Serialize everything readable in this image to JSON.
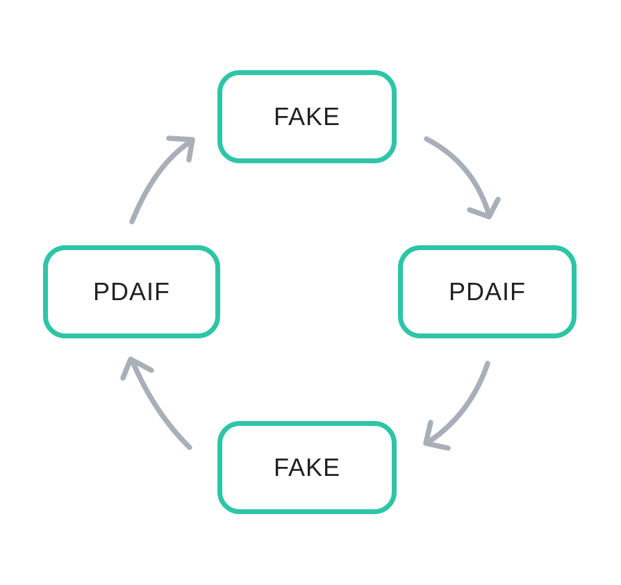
{
  "diagram": {
    "type": "cycle",
    "flow_direction": "clockwise",
    "nodes": [
      {
        "id": "top",
        "label": "FAKE",
        "position": "top"
      },
      {
        "id": "right",
        "label": "PDAIF",
        "position": "right"
      },
      {
        "id": "bottom",
        "label": "FAKE",
        "position": "bottom"
      },
      {
        "id": "left",
        "label": "PDAIF",
        "position": "left"
      }
    ],
    "edges": [
      {
        "from": "top",
        "to": "right",
        "style": "curved-arrow"
      },
      {
        "from": "right",
        "to": "bottom",
        "style": "curved-arrow"
      },
      {
        "from": "bottom",
        "to": "left",
        "style": "curved-arrow"
      },
      {
        "from": "left",
        "to": "top",
        "style": "curved-arrow"
      }
    ],
    "colors": {
      "node_border": "#2EC5A6",
      "arrow": "#A9AFB9",
      "label": "#212121",
      "background": "#FFFFFF"
    }
  }
}
